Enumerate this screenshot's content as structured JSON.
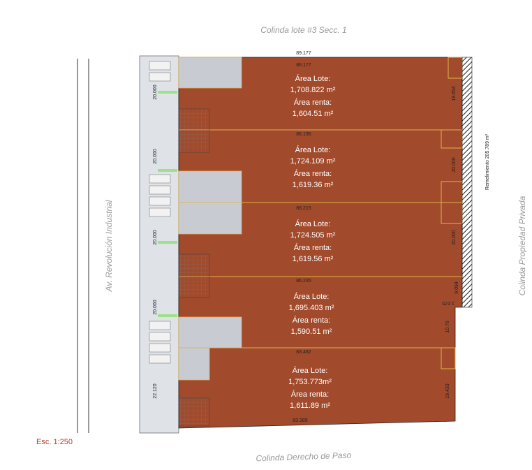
{
  "boundaries": {
    "top": "Colinda lote #3 Secc. 1",
    "bottom": "Colinda Derecho de Paso",
    "left": "Av. Revolución Industrial",
    "right": "Colinda Propiedad Privada"
  },
  "scale": "Esc. 1:250",
  "remnant_label": "Remelimiento 205.789 m²",
  "lots": [
    {
      "area_lote_label": "Área Lote:",
      "area_lote": "1,708.822 m²",
      "area_renta_label": "Área renta:",
      "area_renta": "1,604.51 m²",
      "top_dim": "86.177",
      "side_dim": "19.654",
      "left_dim": "20.000"
    },
    {
      "area_lote_label": "Área Lote:",
      "area_lote": "1,724.109 m²",
      "area_renta_label": "Área renta:",
      "area_renta": "1,619.36 m²",
      "top_dim": "86.196",
      "side_dim": "20.000",
      "left_dim": "20.000"
    },
    {
      "area_lote_label": "Área Lote:",
      "area_lote": "1,724.505 m²",
      "area_renta_label": "Área renta:",
      "area_renta": "1,619.56 m²",
      "top_dim": "86.215",
      "side_dim": "20.000",
      "left_dim": "20.000"
    },
    {
      "area_lote_label": "Área Lote:",
      "area_lote": "1,695.403 m²",
      "area_renta_label": "Área renta:",
      "area_renta": "1,590.51 m²",
      "top_dim": "86.235",
      "side_dim": "9.094",
      "left_dim": "20.000"
    },
    {
      "area_lote_label": "Área Lote:",
      "area_lote": "1,753.773m²",
      "area_renta_label": "Área renta:",
      "area_renta": "1,611.89 m²",
      "top_dim": "83.482",
      "side_dim": "19.433",
      "left_dim": "22.120"
    }
  ],
  "dims": {
    "overall_top": "89.177",
    "bottom": "83.389",
    "step": "2.675",
    "side_lot4b": "10.76"
  },
  "colors": {
    "lot_fill": "#a24a2c",
    "building_fill": "#c8ccd2",
    "outline": "#e2b24a",
    "accent_green": "#9fe08a"
  }
}
